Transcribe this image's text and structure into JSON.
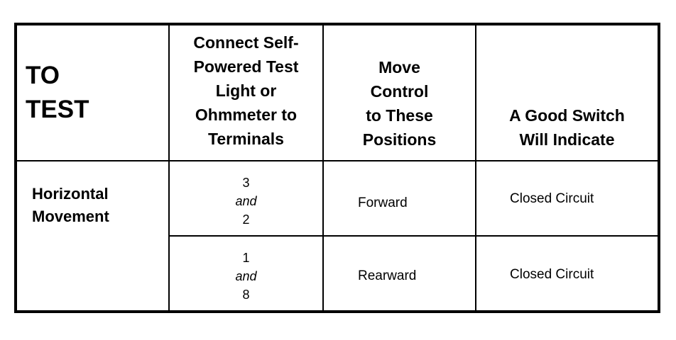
{
  "headers": {
    "to_test": [
      "TO",
      "TEST"
    ],
    "connect": [
      "Connect Self-",
      "Powered Test",
      "Light or",
      "Ohmmeter to",
      "Terminals"
    ],
    "move": [
      "Move",
      "Control",
      "to These",
      "Positions"
    ],
    "good": [
      "A Good Switch",
      "Will Indicate"
    ]
  },
  "test_item": [
    "Horizontal",
    "Movement"
  ],
  "rows": [
    {
      "terminals": [
        "3",
        "and",
        "2"
      ],
      "position": "Forward",
      "indication": "Closed Circuit"
    },
    {
      "terminals": [
        "1",
        "and",
        "8"
      ],
      "position": "Rearward",
      "indication": "Closed Circuit"
    }
  ]
}
